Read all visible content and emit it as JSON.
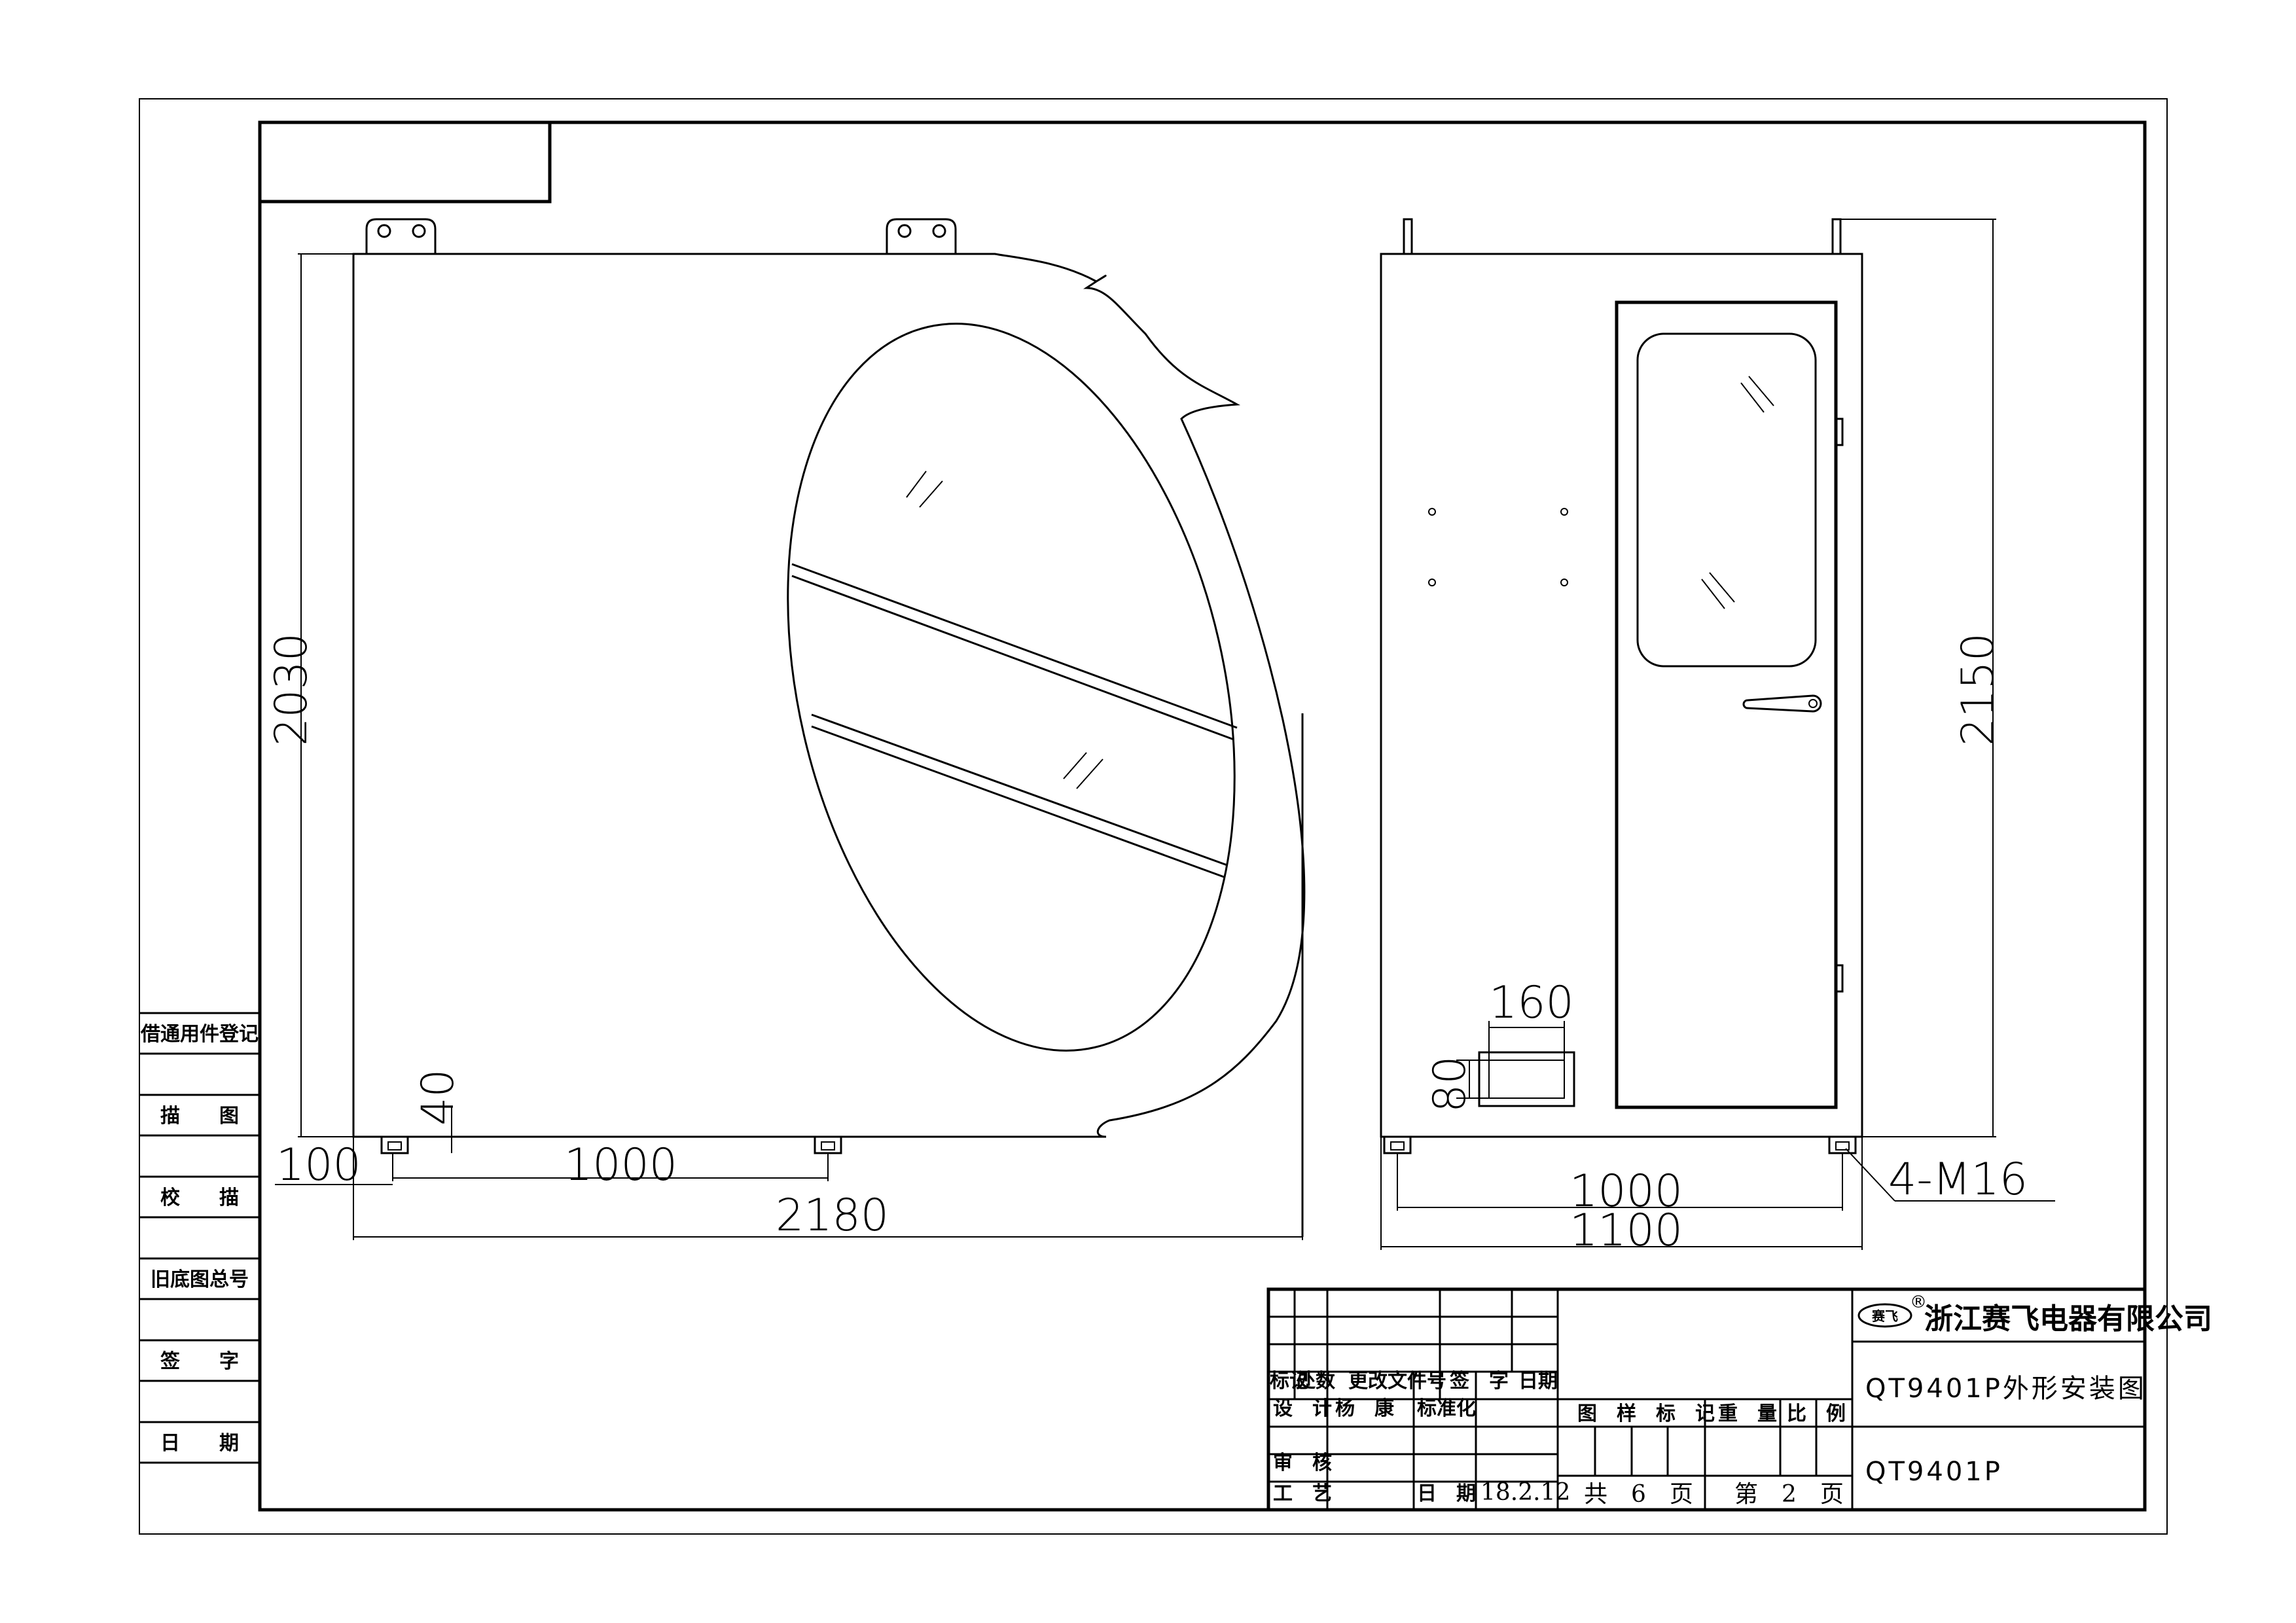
{
  "side_column": {
    "labels": [
      "借通用件登记",
      "描　　图",
      "校　　描",
      "旧底图总号",
      "签　　字",
      "日　　期"
    ]
  },
  "front_view": {
    "height_dim": "2030",
    "offset_dim": "100",
    "foot_height_dim": "40",
    "foot_spacing_dim": "1000",
    "total_width_dim": "2180"
  },
  "side_view": {
    "height_dim": "2150",
    "cutout_w_dim": "160",
    "cutout_h_dim": "80",
    "foot_spacing_dim": "1000",
    "total_width_dim": "1100",
    "bolt_label": "4-M16"
  },
  "title_block": {
    "company_logo": "赛飞",
    "company_mark": "®",
    "company_name": "浙江赛飞电器有限公司",
    "drawing_title": "QT9401P外形安装图",
    "drawing_code": "QT9401P",
    "headers": {
      "mark": "标记",
      "count": "处数",
      "change_doc": "更改文件号",
      "sign": "签　字",
      "date": "日期"
    },
    "design_label": "设　计",
    "designer": "杨　康",
    "standard_label": "标准化",
    "review_label": "审　核",
    "process_label": "工　艺",
    "date_label": "日　期",
    "date_value": "18.2.12",
    "sample_mark_label": "图　样　标　记",
    "weight_label": "重　量",
    "scale_label": "比　例",
    "total_pages": "共　6　页",
    "page_no": "第　2　页"
  }
}
